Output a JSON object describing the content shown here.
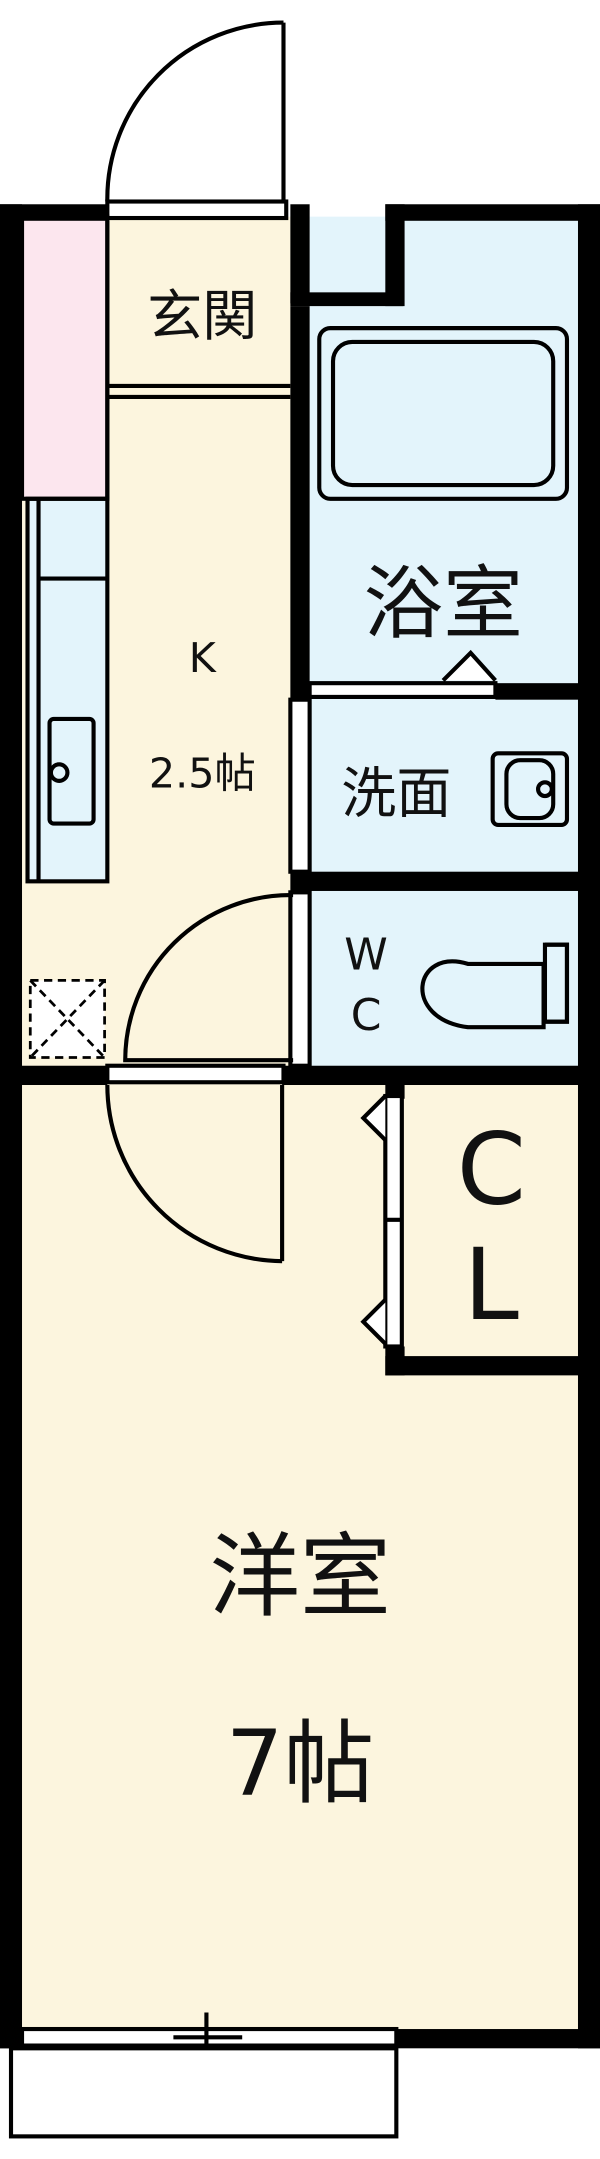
{
  "rooms": {
    "entrance": {
      "label": "玄関"
    },
    "kitchen": {
      "label": "K",
      "size": "2.5帖"
    },
    "bath": {
      "label": "浴室"
    },
    "washroom": {
      "label": "洗面"
    },
    "toilet": {
      "label_line1": "W",
      "label_line2": "C"
    },
    "closet": {
      "label_line1": "C",
      "label_line2": "L"
    },
    "western_room": {
      "label": "洋室",
      "size": "7帖"
    }
  },
  "colors": {
    "cream": "#fcf5de",
    "blue": "#e3f4fb",
    "pink": "#fce6ee",
    "wall": "#000000"
  }
}
